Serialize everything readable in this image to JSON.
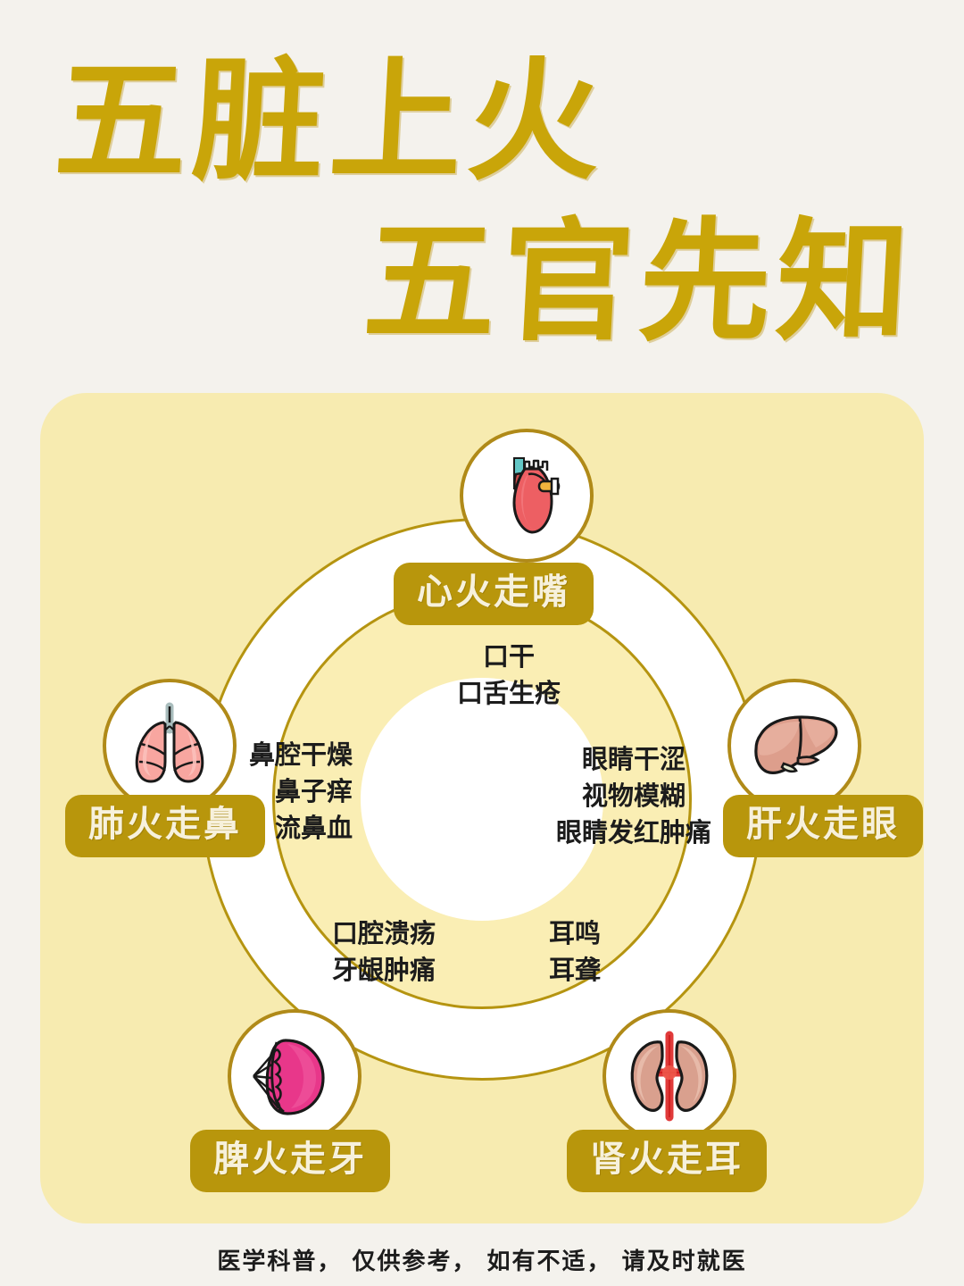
{
  "background_color": "#F4F2ED",
  "title": {
    "line1": "五脏上火",
    "line2": "五官先知",
    "color": "#C9A509"
  },
  "panel": {
    "background_color": "#F7EBB0",
    "ring_band_color": "#FFFFFF",
    "ring_stroke_color": "#B59410",
    "inner_disc_color": "#FAEEB4",
    "core_color": "#FFFFFF"
  },
  "pill": {
    "background_color": "#B8960C",
    "text_color": "#F7F1DC"
  },
  "nodes": [
    {
      "id": "heart",
      "icon": "heart-organ-icon",
      "label": "心火走嘴",
      "symptoms": [
        "口干",
        "口舌生疮"
      ]
    },
    {
      "id": "lung",
      "icon": "lungs-organ-icon",
      "label": "肺火走鼻",
      "symptoms": [
        "鼻腔干燥",
        "鼻子痒",
        "流鼻血"
      ]
    },
    {
      "id": "liver",
      "icon": "liver-organ-icon",
      "label": "肝火走眼",
      "symptoms": [
        "眼睛干涩",
        "视物模糊",
        "眼睛发红肿痛"
      ]
    },
    {
      "id": "spleen",
      "icon": "spleen-organ-icon",
      "label": "脾火走牙",
      "symptoms": [
        "口腔溃疡",
        "牙龈肿痛"
      ]
    },
    {
      "id": "kidney",
      "icon": "kidneys-organ-icon",
      "label": "肾火走耳",
      "symptoms": [
        "耳鸣",
        "耳聋"
      ]
    }
  ],
  "footer": {
    "note": "医学科普， 仅供参考， 如有不适， 请及时就医"
  }
}
